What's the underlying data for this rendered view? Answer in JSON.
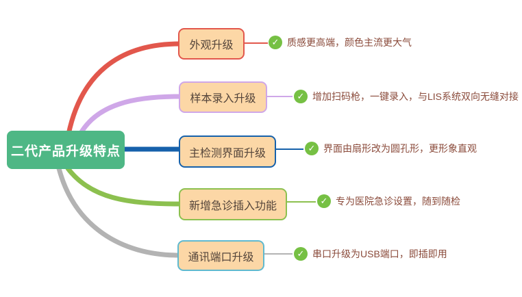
{
  "canvas": {
    "background": "#ffffff"
  },
  "style": {
    "root_fill": "#4eb785",
    "root_text_color": "#ffffff",
    "topic_fill": "#fcd7a6",
    "topic_text_color": "#54453b",
    "note_text_color": "#8a4a3a",
    "check_color": "#76c044"
  },
  "icons": {
    "check_glyph": "✓"
  },
  "root": {
    "label": "二代产品升级特点"
  },
  "branches": [
    {
      "label": "外观升级",
      "note": "质感更高端，颜色主流更大气",
      "line_color": "#e2574c",
      "border_color": "#e2574c"
    },
    {
      "label": "样本录入升级",
      "note": "增加扫码枪，一键录入，与LIS系统双向无缝对接",
      "line_color": "#cfa7e8",
      "border_color": "#cfa7e8"
    },
    {
      "label": "主检测界面升级",
      "note": "界面由扇形改为圆孔形，更形象直观",
      "line_color": "#1661ab",
      "border_color": "#1661ab"
    },
    {
      "label": "新增急诊插入功能",
      "note": "专为医院急诊设置，随到随检",
      "line_color": "#8cc04f",
      "border_color": "#8cc04f"
    },
    {
      "label": "通讯端口升级",
      "note": "串口升级为USB端口，即插即用",
      "line_color": "#b3b3b3",
      "border_color": "#5fb9cf"
    }
  ]
}
